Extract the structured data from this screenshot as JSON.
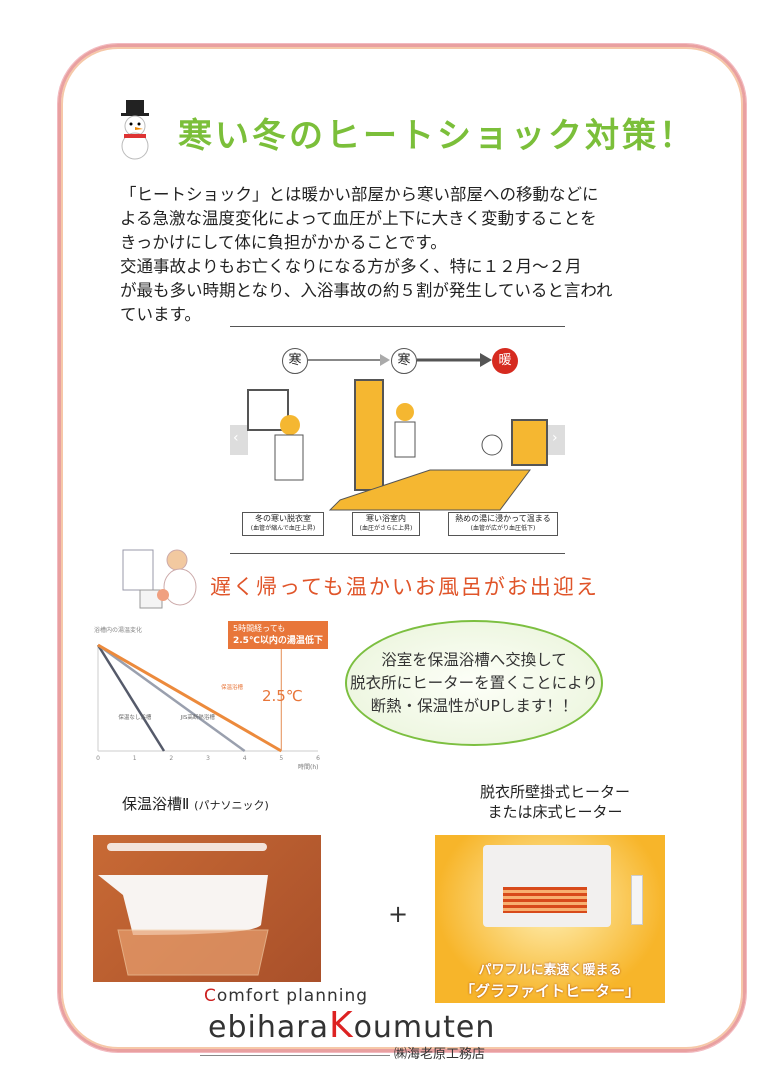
{
  "title": "寒い冬のヒートショック対策！",
  "paragraph": "「ヒートショック」とは暖かい部屋から寒い部屋への移動などに\nよる急激な温度変化によって血圧が上下に大きく変動することを\nきっかけにして体に負担がかかることです。\n交通事故よりもお亡くなりになる方が多く、特に１２月～２月\nが最も多い時期となり、入浴事故の約５割が発生していると言われ\nています。",
  "illustration": {
    "stages": [
      "寒",
      "寒",
      "暖"
    ],
    "captions": [
      {
        "title": "冬の寒い脱衣室",
        "note": "(血管が縮んで血圧上昇)"
      },
      {
        "title": "寒い浴室内",
        "note": "(血圧がさらに上昇)"
      },
      {
        "title": "熱めの湯に浸かって温まる",
        "note": "(血管が広がり血圧低下)"
      }
    ]
  },
  "subtitle": "遅く帰っても温かいお風呂がお出迎え",
  "chart_data": {
    "type": "line",
    "title": "浴槽内の湯温変化",
    "xlabel": "時間(h)",
    "x_ticks": [
      0,
      1,
      2,
      3,
      4,
      5,
      6
    ],
    "xlim": [
      0,
      6
    ],
    "series": [
      {
        "name": "保温なし浴槽",
        "x": [
          0,
          1.8
        ],
        "drop": [
          0,
          2.5
        ],
        "color": "#555a6a"
      },
      {
        "name": "JIS高断熱浴槽",
        "x": [
          0,
          4
        ],
        "drop": [
          0,
          2.5
        ],
        "color": "#9aa0ae"
      },
      {
        "name": "保温浴槽",
        "x": [
          0,
          5
        ],
        "drop": [
          0,
          2.5
        ],
        "color": "#ec8a3c"
      }
    ],
    "callout_line1": "5時間経っても",
    "callout_line2": "2.5℃以内の湯温低下",
    "annotation": "2.5℃"
  },
  "bubble": [
    "浴室を保温浴槽へ交換して",
    "脱衣所にヒーターを置くことにより",
    "断熱・保温性がUPします！！"
  ],
  "product1": {
    "label": "保温浴槽Ⅱ",
    "maker": "(パナソニック)"
  },
  "product2": {
    "label1": "脱衣所壁掛式ヒーター",
    "label2": "または床式ヒーター",
    "tag1": "パワフルに素速く暖まる",
    "tag2": "「グラファイトヒーター」"
  },
  "plus": "+",
  "logo": {
    "tagline": "Comfort planning",
    "name_a": "ebihara",
    "name_k": "K",
    "name_b": "oumuten",
    "company": "㈱海老原工務店"
  }
}
